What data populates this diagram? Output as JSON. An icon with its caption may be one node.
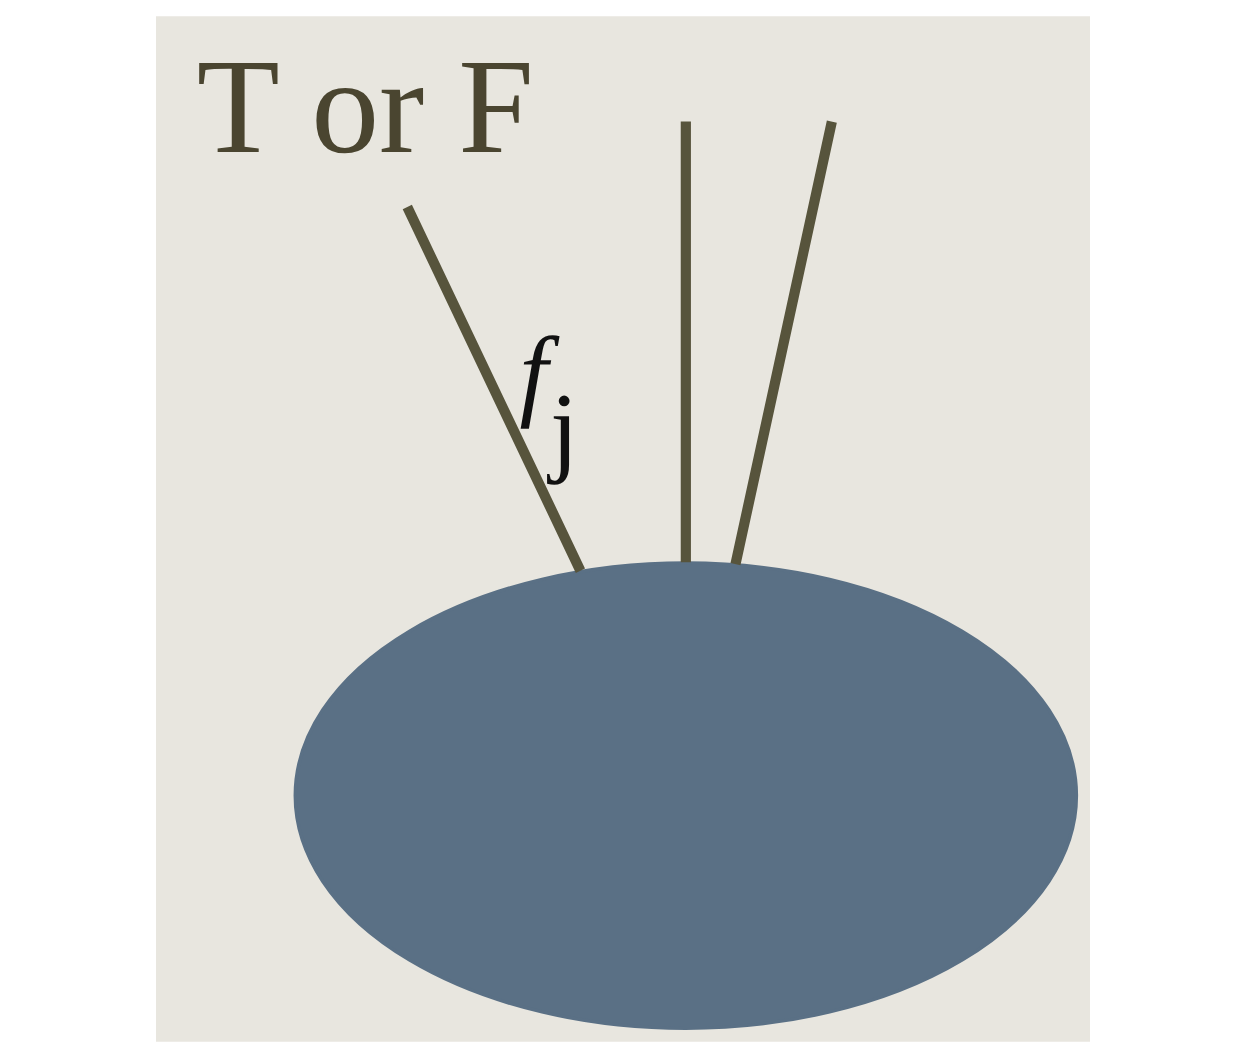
{
  "diagram": {
    "nodes": [
      {
        "text": [],
        "shape": "ellipse"
      },
      {
        "text": [
          "T or F"
        ]
      }
    ],
    "edges": [
      {
        "from": 0,
        "to": null,
        "arrow": "none"
      },
      {
        "from": 0,
        "to": null,
        "arrow": "none"
      },
      {
        "from": 0,
        "to": 1,
        "arrow": "none",
        "label": "*f*$_{j}$"
      }
    ]
  }
}
